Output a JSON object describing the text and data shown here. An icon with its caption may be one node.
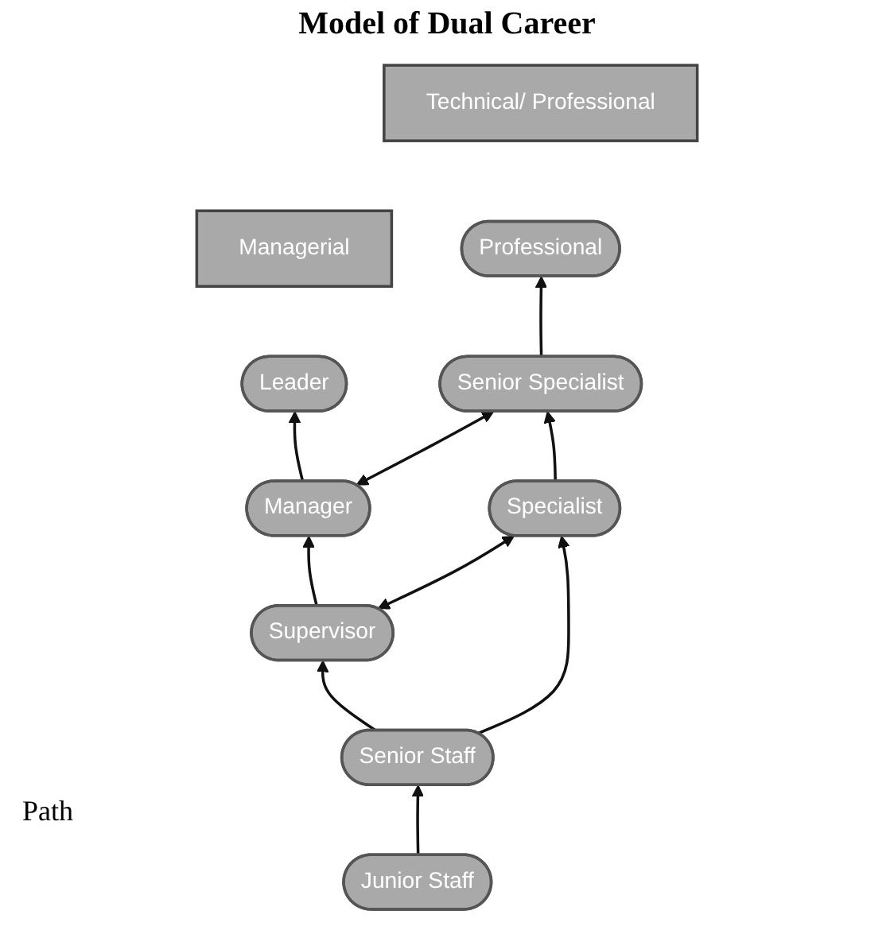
{
  "diagram": {
    "title": "Model of Dual Career",
    "nodes": [
      {
        "text": [
          "Managerial"
        ]
      },
      {
        "text": [
          "Technical/ Professional"
        ]
      },
      {
        "text": [
          "Leader"
        ]
      },
      {
        "text": [
          "Professional"
        ]
      },
      {
        "text": [
          "Manager"
        ]
      },
      {
        "text": [
          "Senior Specialist"
        ]
      },
      {
        "text": [
          "Supervisor"
        ]
      },
      {
        "text": [
          "Specialist"
        ]
      },
      {
        "text": [
          "Senior Staff"
        ]
      },
      {
        "text": [
          "Junior Staff"
        ]
      }
    ],
    "edges": [
      {
        "from": 4,
        "to": 2,
        "arrow": "to"
      },
      {
        "from": 5,
        "to": 3,
        "arrow": "to"
      },
      {
        "from": 4,
        "to": 5,
        "arrow": "both"
      },
      {
        "from": 6,
        "to": 4,
        "arrow": "to"
      },
      {
        "from": 7,
        "to": 5,
        "arrow": "to"
      },
      {
        "from": 6,
        "to": 7,
        "arrow": "both"
      },
      {
        "from": 8,
        "to": 6,
        "arrow": "to"
      },
      {
        "from": 8,
        "to": 7,
        "arrow": "to"
      },
      {
        "from": 9,
        "to": 8,
        "arrow": "to"
      }
    ],
    "labels": [
      "Path"
    ]
  }
}
